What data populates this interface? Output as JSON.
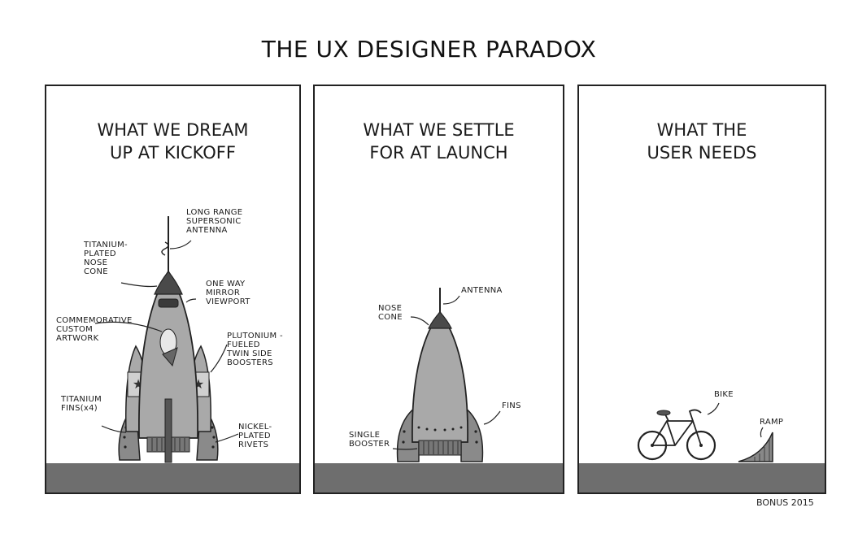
{
  "title": "THE UX DESIGNER PARADOX",
  "credit": "BONUS 2015",
  "panels": [
    {
      "caption": "WHAT WE DREAM\nUP AT KICKOFF",
      "labels": {
        "antenna": "LONG RANGE\nSUPERSONIC\nANTENNA",
        "nose": "TITANIUM-\nPLATED\nNOSE\nCONE",
        "viewport": "ONE WAY\nMIRROR\nVIEWPORT",
        "artwork": "COMMEMORATIVE\nCUSTOM\nARTWORK",
        "boosters": "PLUTONIUM -\nFUELED\nTWIN SIDE\nBOOSTERS",
        "fins": "TITANIUM\nFINS(x4)",
        "rivets": "NICKEL-\nPLATED\nRIVETS"
      }
    },
    {
      "caption": "WHAT WE SETTLE\nFOR AT LAUNCH",
      "labels": {
        "antenna": "ANTENNA",
        "nose": "NOSE\nCONE",
        "fins": "FINS",
        "booster": "SINGLE\nBOOSTER"
      }
    },
    {
      "caption": "WHAT THE\nUSER NEEDS",
      "labels": {
        "bike": "BIKE",
        "ramp": "RAMP"
      }
    }
  ],
  "colors": {
    "ground": "#6e6e6e",
    "rocket": "#a9a9a9",
    "dark": "#4a4a4a"
  }
}
